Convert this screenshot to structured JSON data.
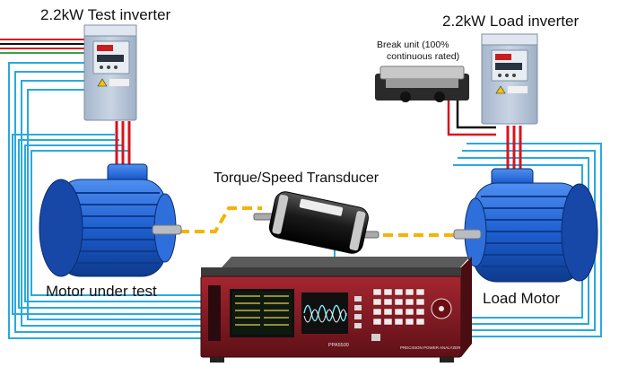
{
  "labels": {
    "test_inverter": "2.2kW Test inverter",
    "load_inverter": "2.2kW Load inverter",
    "brake_unit_line1": "Break unit (100%",
    "brake_unit_line2": "continuous rated)",
    "transducer": "Torque/Speed Transducer",
    "motor_under_test": "Motor under test",
    "load_motor": "Load Motor"
  },
  "analyzer": {
    "model": "PPA5500",
    "brand_text": "PRECISION POWER ANALYZER"
  },
  "colors": {
    "motor_blue": "#1e5fd0",
    "signal_cyan": "#29a9e0",
    "coupling_yellow": "#f5b400",
    "power_red": "#d8141c",
    "inverter_body": "#b8c6d8",
    "analyzer_red": "#8c1820"
  }
}
